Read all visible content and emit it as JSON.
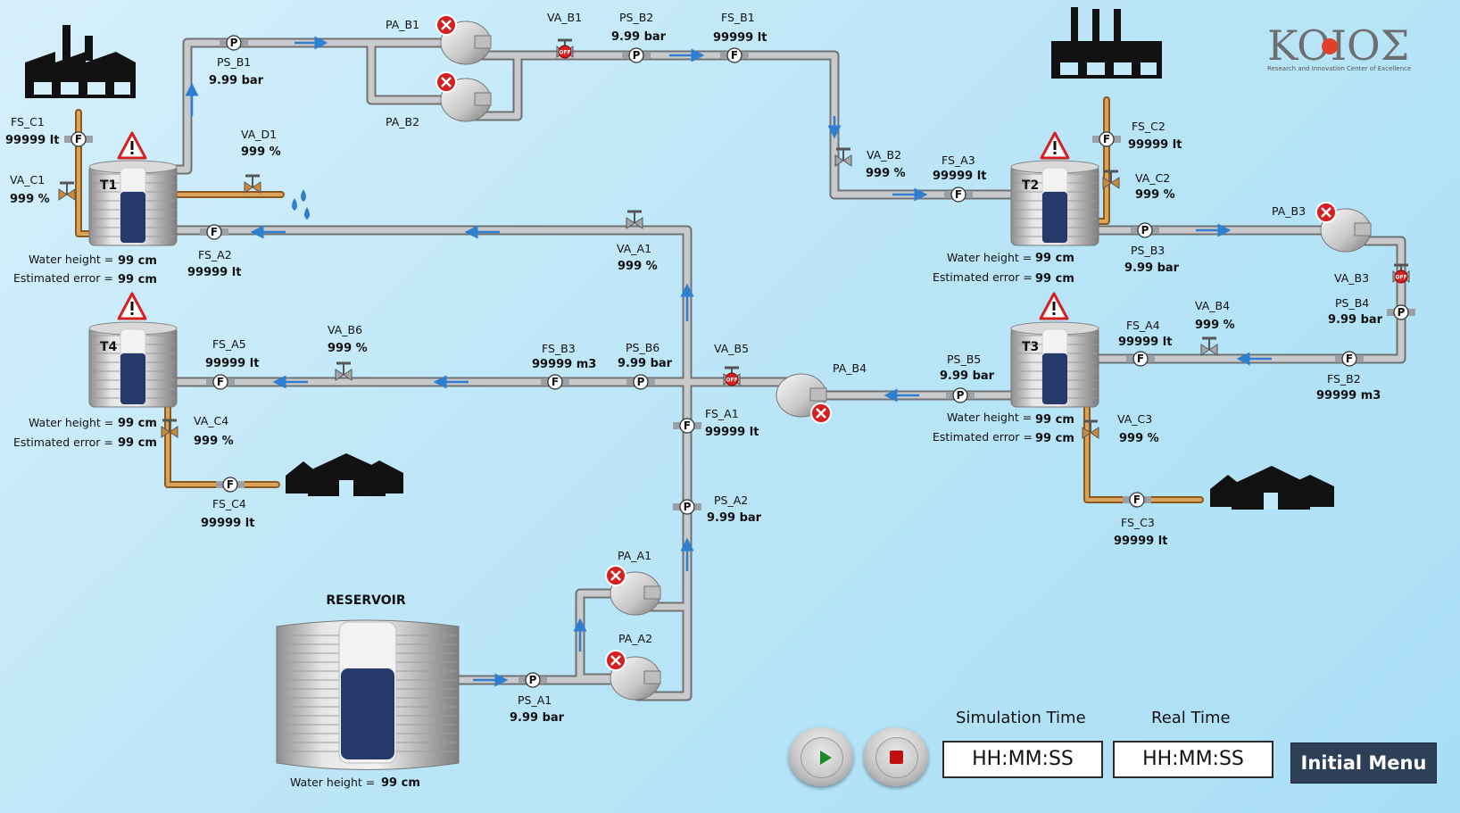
{
  "logo": {
    "wordmark": "KOIOΣ",
    "subtitle": "Research and Innovation Center of Excellence"
  },
  "tanks": {
    "T1": {
      "name": "T1",
      "level": 0.68,
      "height_label": "Water height =",
      "height": "99 cm",
      "error_label": "Estimated error =",
      "error": "99 cm"
    },
    "T2": {
      "name": "T2",
      "level": 0.68,
      "height_label": "Water height =",
      "height": "99 cm",
      "error_label": "Estimated error =",
      "error": "99 cm"
    },
    "T3": {
      "name": "T3",
      "level": 0.68,
      "height_label": "Water height =",
      "height": "99 cm",
      "error_label": "Estimated error =",
      "error": "99 cm"
    },
    "T4": {
      "name": "T4",
      "level": 0.68,
      "height_label": "Water height =",
      "height": "99 cm",
      "error_label": "Estimated error =",
      "error": "99 cm"
    }
  },
  "reservoir": {
    "title": "RESERVOIR",
    "level": 0.68,
    "height_label": "Water height =",
    "height": "99 cm"
  },
  "instruments": {
    "FS_C1": {
      "name": "FS_C1",
      "value": "99999 lt"
    },
    "VA_C1": {
      "name": "VA_C1",
      "value": "999 %"
    },
    "FS_A2": {
      "name": "FS_A2",
      "value": "99999 lt"
    },
    "VA_D1": {
      "name": "VA_D1",
      "value": "999 %"
    },
    "PS_B1": {
      "name": "PS_B1",
      "value": "9.99 bar"
    },
    "PA_B1": {
      "name": "PA_B1"
    },
    "PA_B2": {
      "name": "PA_B2"
    },
    "VA_B1": {
      "name": "VA_B1"
    },
    "PS_B2": {
      "name": "PS_B2",
      "value": "9.99 bar"
    },
    "FS_B1": {
      "name": "FS_B1",
      "value": "99999 lt"
    },
    "VA_B2": {
      "name": "VA_B2",
      "value": "999 %"
    },
    "FS_A3": {
      "name": "FS_A3",
      "value": "99999 lt"
    },
    "FS_C2": {
      "name": "FS_C2",
      "value": "99999 lt"
    },
    "VA_C2": {
      "name": "VA_C2",
      "value": "999 %"
    },
    "PS_B3": {
      "name": "PS_B3",
      "value": "9.99 bar"
    },
    "PA_B3": {
      "name": "PA_B3"
    },
    "VA_B3": {
      "name": "VA_B3"
    },
    "PS_B4": {
      "name": "PS_B4",
      "value": "9.99 bar"
    },
    "FS_B2": {
      "name": "FS_B2",
      "value": "99999 m3"
    },
    "VA_B4": {
      "name": "VA_B4",
      "value": "999 %"
    },
    "FS_A4": {
      "name": "FS_A4",
      "value": "99999 lt"
    },
    "PS_B5": {
      "name": "PS_B5",
      "value": "9.99 bar"
    },
    "PA_B4": {
      "name": "PA_B4"
    },
    "VA_B5": {
      "name": "VA_B5"
    },
    "PS_B6": {
      "name": "PS_B6",
      "value": "9.99 bar"
    },
    "FS_B3": {
      "name": "FS_B3",
      "value": "99999 m3"
    },
    "VA_B6": {
      "name": "VA_B6",
      "value": "999 %"
    },
    "FS_A5": {
      "name": "FS_A5",
      "value": "99999 lt"
    },
    "VA_C4": {
      "name": "VA_C4",
      "value": "999 %"
    },
    "FS_C4": {
      "name": "FS_C4",
      "value": "99999 lt"
    },
    "VA_A1": {
      "name": "VA_A1",
      "value": "999 %"
    },
    "FS_A1": {
      "name": "FS_A1",
      "value": "99999 lt"
    },
    "PS_A2": {
      "name": "PS_A2",
      "value": "9.99 bar"
    },
    "PA_A1": {
      "name": "PA_A1"
    },
    "PA_A2": {
      "name": "PA_A2"
    },
    "PS_A1": {
      "name": "PS_A1",
      "value": "9.99 bar"
    },
    "VA_C3": {
      "name": "VA_C3",
      "value": "999 %"
    },
    "FS_C3": {
      "name": "FS_C3",
      "value": "99999 lt"
    }
  },
  "symbols": {
    "flow": "F",
    "pressure": "P",
    "valve_off": "OFF"
  },
  "controls": {
    "simulation_time_label": "Simulation Time",
    "simulation_time": "HH:MM:SS",
    "real_time_label": "Real Time",
    "real_time": "HH:MM:SS",
    "initial_menu": "Initial Menu"
  },
  "colors": {
    "water": "#253a6a",
    "pipe": "#b5b7b9",
    "copper": "#c98a3a",
    "alarm": "#d42020",
    "arrow": "#2f7fd0",
    "menu": "#2e3f58"
  }
}
